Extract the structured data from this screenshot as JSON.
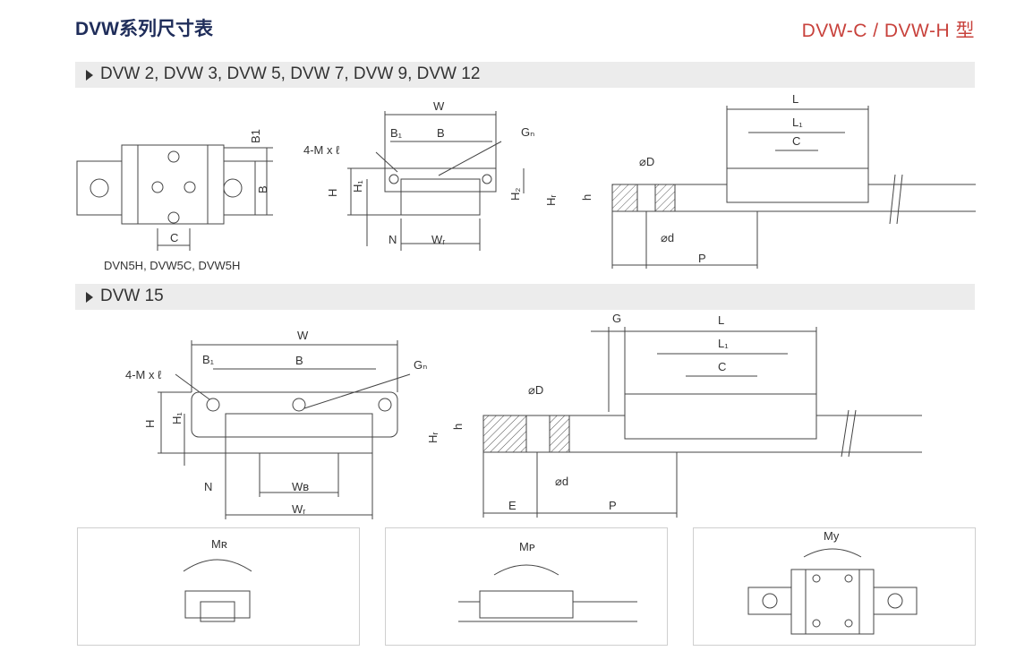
{
  "header": {
    "title": "DVW系列尺寸表",
    "type_label": "DVW-C / DVW-H 型"
  },
  "sections": [
    {
      "label": "DVW 2, DVW 3, DVW 5, DVW 7, DVW 9, DVW 12"
    },
    {
      "label": "DVW 15"
    }
  ],
  "top_view_caption": "DVN5H, DVW5C, DVW5H",
  "dims": {
    "W": "W",
    "B": "B",
    "B1": "B1",
    "B1_sub": "B₁",
    "C": "C",
    "H": "H",
    "H1": "H₁",
    "H2": "H₂",
    "HR": "Hᵣ",
    "h": "h",
    "N": "N",
    "WR": "Wᵣ",
    "WB": "Wʙ",
    "L": "L",
    "L1": "L₁",
    "G": "G",
    "Gn": "Gₙ",
    "E": "E",
    "P": "P",
    "D": "⌀D",
    "d": "⌀d",
    "M": "4-M x ℓ"
  },
  "moments": {
    "MR": "Mʀ",
    "MP": "Mᴘ",
    "My": "My"
  }
}
